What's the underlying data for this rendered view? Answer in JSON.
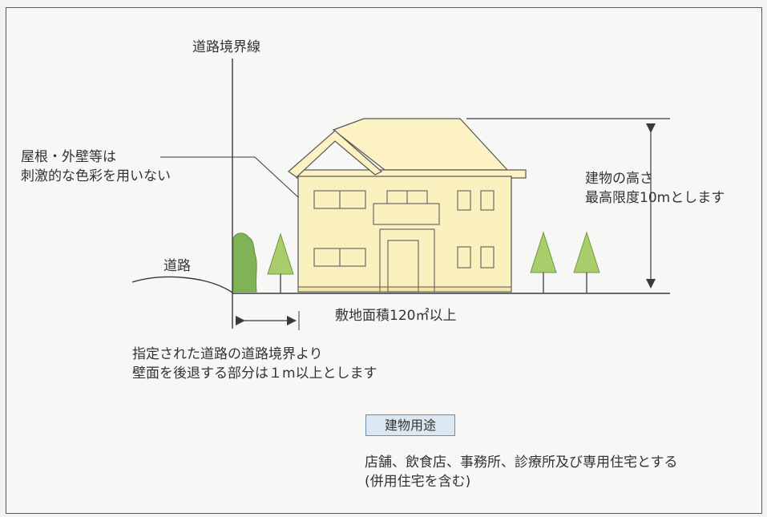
{
  "labels": {
    "road_boundary_line": "道路境界線",
    "roof_wall_note": [
      "屋根・外壁等は",
      "刺激的な色彩を用いない"
    ],
    "road": "道路",
    "building_height": [
      "建物の高さ",
      "最高限度10mとします"
    ],
    "lot_area": "敷地面積120㎡以上",
    "setback_note": [
      "指定された道路の道路境界より",
      "壁面を後退する部分は１m以上とします"
    ]
  },
  "usage": {
    "badge": "建物用途",
    "text": [
      "店舗、飲食店、事務所、診療所及び専用住宅とする",
      "(併用住宅を含む)"
    ]
  },
  "colors": {
    "building_fill": "#fbf1bf",
    "roof_fill": "#fdf2c4",
    "tree_green": "#a8cd6a",
    "hedge_green": "#7fb356",
    "badge_fill": "#dbe8f2",
    "line": "#3a3a3a"
  }
}
